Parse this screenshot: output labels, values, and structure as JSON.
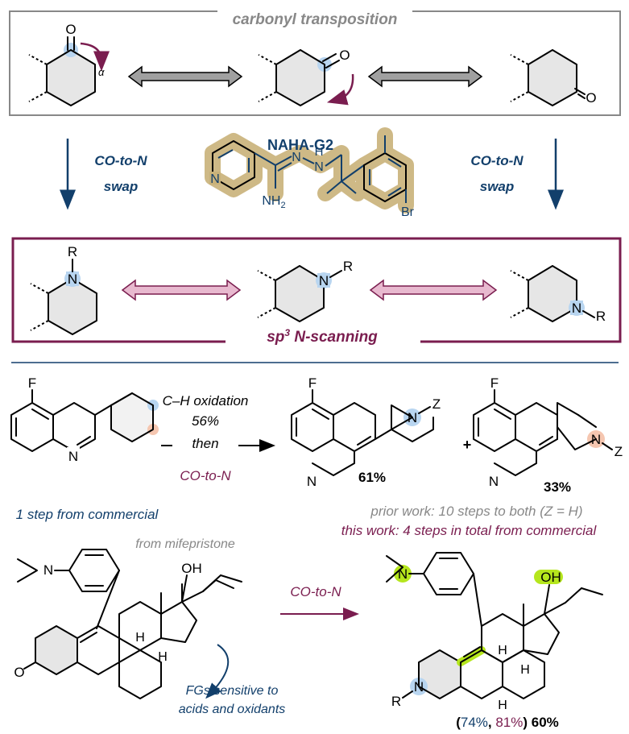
{
  "colors": {
    "navy": "#123f6b",
    "maroon": "#7a1d4f",
    "gray_text": "#888888",
    "reagent_highlight": "#c9b27a",
    "green_highlight": "#b5e61d",
    "blue_atom": "#b8d5f0",
    "orange_atom": "#f5c6b0",
    "pink_arrow": "#e8b9cf"
  },
  "top": {
    "title": "carbonyl transposition",
    "alpha": "α",
    "o_label": "O"
  },
  "middle": {
    "left_label_1": "CO-to-N",
    "left_label_2": "swap",
    "right_label_1": "CO-to-N",
    "right_label_2": "swap",
    "reagent_name": "NAHA-G2",
    "reagent_atoms": {
      "pyridine_n": "N",
      "n1": "N",
      "nh": "H",
      "nh_n": "N",
      "nh2": "NH",
      "nh2_sub": "2",
      "br": "Br"
    }
  },
  "nscan": {
    "label_pre": "sp",
    "label_sup": "3",
    "label_post": " N-scanning",
    "n_label": "N",
    "r_label": "R"
  },
  "synthesis": {
    "condition_1": "C–H oxidation",
    "condition_2": "56%",
    "condition_3": "then",
    "condition_4": "CO-to-N",
    "start_note": "1 step from commercial",
    "f_label": "F",
    "n_label": "N",
    "z_label": "Z",
    "yield_a": "61%",
    "yield_b": "33%",
    "plus": "+",
    "prior_work": "prior work: 10 steps to both (Z = H)",
    "this_work": "this work: 4 steps in total from commercial"
  },
  "steroid": {
    "source": "from mifepristone",
    "condition": "CO-to-N",
    "fg_note_1": "FGs sensitive to",
    "fg_note_2": "acids and oxidants",
    "oh": "OH",
    "h": "H",
    "o": "O",
    "n": "N",
    "r": "R",
    "yield_open": "(",
    "yield_1": "74%",
    "yield_sep": ", ",
    "yield_2": "81%",
    "yield_close": ")",
    "yield_final": " 60%"
  }
}
